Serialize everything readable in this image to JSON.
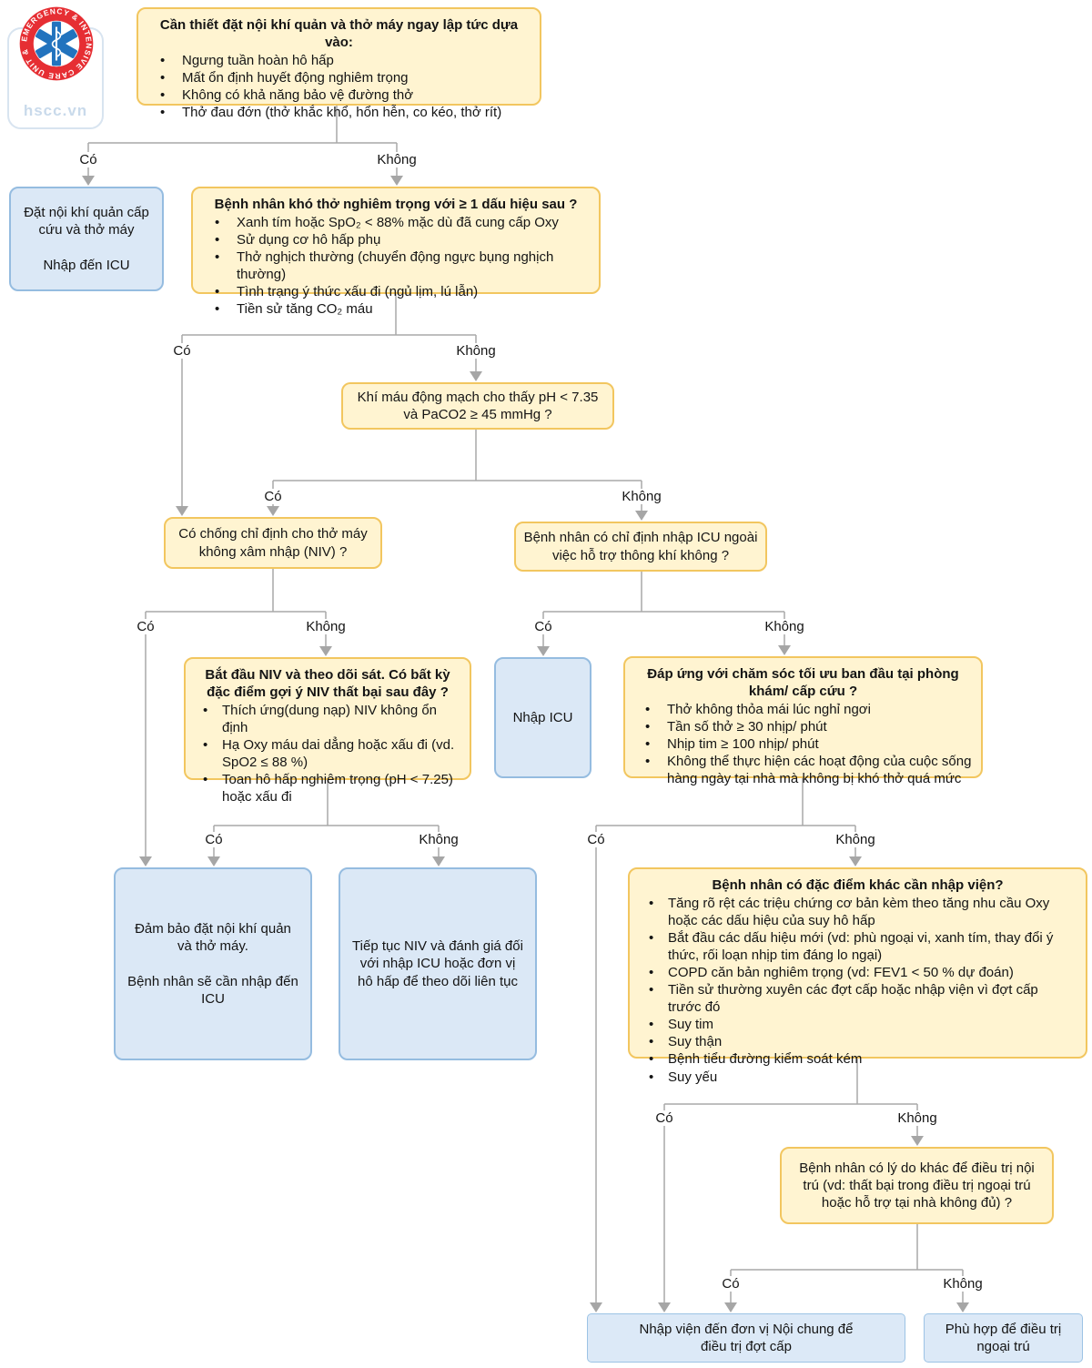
{
  "labels": {
    "yes": "Có",
    "no": "Không"
  },
  "logo": {
    "ring_text": "EMERGENCY & INTENSIVE CARE UNIT &",
    "site": "hscc.vn"
  },
  "colors": {
    "node_yellow_fill": "#FFF4D1",
    "node_yellow_border": "#F2C65F",
    "node_blue_fill": "#DBE8F6",
    "node_blue_border": "#95BCE0",
    "wire_gray": "#A9A9A9",
    "logo_red": "#E62E33",
    "logo_blue": "#2273BE"
  },
  "nodes": {
    "immediate": {
      "title": "Cần thiết đặt nội khí quản và thở máy ngay lập tức dựa vào:",
      "bullets": [
        "Ngưng tuần hoàn hô hấp",
        "Mất ổn định huyết động nghiêm trọng",
        "Không có khả năng bảo vệ đường thở",
        "Thở đau đớn (thở khắc khổ, hổn hễn, co kéo, thở rít)"
      ]
    },
    "emergency_intubation": {
      "text1": "Đặt nội khí quản cấp cứu và thở máy",
      "text2": "Nhập đến ICU"
    },
    "severe_dyspnea": {
      "title": "Bệnh nhân khó thở nghiêm trọng với ≥ 1 dấu hiệu sau ?",
      "bullets": [
        "Xanh tím hoặc SpO₂ < 88% mặc dù đã cung cấp Oxy",
        "Sử dụng cơ hô hấp phụ",
        "Thở nghịch thường (chuyển động ngực bụng nghịch thường)",
        "Tình trạng ý thức xấu đi (ngủ lịm, lú lẫn)",
        "Tiền sử tăng CO₂ máu"
      ]
    },
    "abg": {
      "text": "Khí máu động mạch cho thấy pH < 7.35 và PaCO2 ≥ 45 mmHg ?"
    },
    "niv_contra": {
      "text": "Có chống chỉ định cho thở máy không xâm nhập (NIV) ?"
    },
    "icu_indication": {
      "text": "Bệnh nhân có chỉ định nhập ICU ngoài việc hỗ trợ thông khí không ?"
    },
    "start_niv": {
      "title": "Bắt đầu NIV và theo dõi sát. Có bất kỳ đặc điểm gợi ý NIV thất bại sau đây ?",
      "bullets": [
        "Thích ứng(dung nạp) NIV không ổn định",
        "Hạ Oxy máu dai dẳng hoặc xấu đi (vd. SpO2 ≤ 88 %)",
        "Toan hô hấp nghiêm trọng (pH < 7.25) hoặc xấu đi"
      ]
    },
    "admit_icu": {
      "text": "Nhập ICU"
    },
    "optimal_care": {
      "title": "Đáp ứng với chăm sóc tối ưu ban đầu tại phòng khám/ cấp cứu ?",
      "bullets": [
        "Thở không thỏa mái lúc nghỉ ngơi",
        "Tần số thở ≥ 30 nhịp/ phút",
        "Nhịp tim ≥ 100 nhịp/ phút",
        "Không thể thực hiện các hoạt động của cuộc sống hàng ngày tại nhà mà không bị khó thở quá mức"
      ]
    },
    "secure_intubation": {
      "text1": "Đảm bảo đặt nội khí quản và thở máy.",
      "text2": "Bệnh nhân sẽ cần nhập đến ICU"
    },
    "continue_niv": {
      "text": "Tiếp tục NIV và đánh giá đối với nhập ICU hoặc đơn vị hô hấp để theo dõi liên tục"
    },
    "other_features": {
      "title": "Bệnh nhân có đặc điểm khác cần nhập viện?",
      "bullets": [
        "Tăng rõ rệt các triệu chứng cơ bản kèm theo tăng nhu cầu Oxy hoặc các dấu hiệu của suy hô hấp",
        "Bắt đầu các dấu hiệu mới (vd: phù ngoại vi, xanh tím, thay đổi ý thức, rối loạn nhịp tim đáng lo ngại)",
        "COPD căn bản nghiêm trọng (vd: FEV1 < 50 % dự đoán)",
        "Tiền sử thường xuyên các đợt cấp hoặc nhập viện vì đợt cấp trước đó",
        "Suy tim",
        "Suy thận",
        "Bệnh tiểu đường kiểm soát kém",
        "Suy yếu"
      ]
    },
    "other_reasons": {
      "text": "Bệnh nhân có lý do khác để điều trị nội trú (vd: thất bại trong điều trị ngoại trú hoặc hỗ trợ tại nhà không đủ) ?"
    },
    "admit_ward": {
      "text": "Nhập viện đến đơn vị Nội chung để điều trị đợt cấp"
    },
    "outpatient": {
      "text": "Phù hợp để điều trị ngoại trú"
    }
  }
}
